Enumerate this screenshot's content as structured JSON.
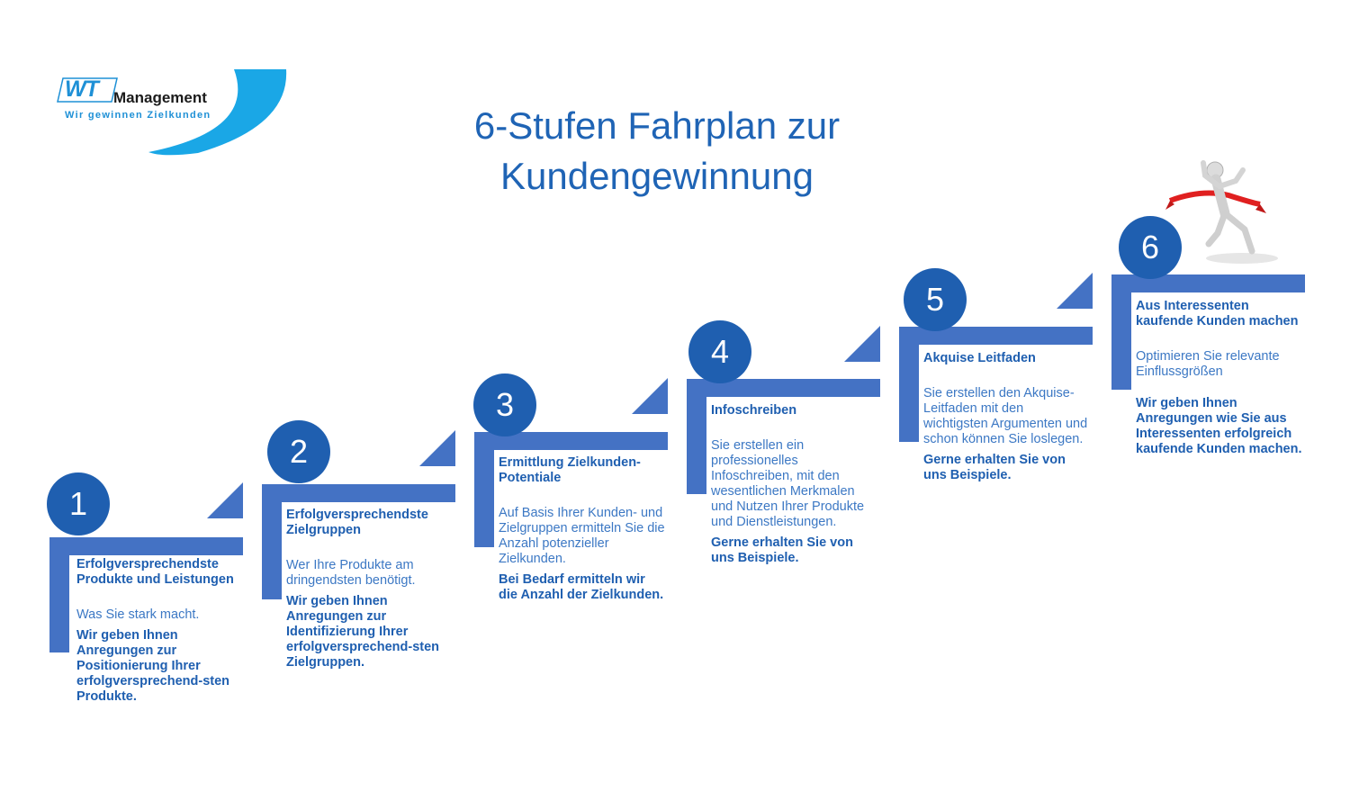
{
  "logo": {
    "mark": "WT",
    "word": "Management",
    "tagline": "Wir gewinnen Zielkunden"
  },
  "title": {
    "line1": "6-Stufen Fahrplan zur",
    "line2": "Kundengewinnung"
  },
  "colors": {
    "bar": "#4472c4",
    "circle": "#1f5fb0",
    "heading": "#1f5fb0",
    "title": "#1f64b5",
    "body": "#3c78c4"
  },
  "steps": [
    {
      "number": "1",
      "heading": "Erfolgversprechendste Produkte und Leistungen",
      "description": "Was Sie stark macht.",
      "bold": "Wir geben Ihnen Anregungen zur Positionierung Ihrer erfolgversprechend-sten Produkte."
    },
    {
      "number": "2",
      "heading": "Erfolgversprechendste Zielgruppen",
      "description": "Wer Ihre Produkte am dringendsten benötigt.",
      "bold": "Wir geben Ihnen Anregungen zur Identifizierung Ihrer erfolgversprechend-sten Zielgruppen."
    },
    {
      "number": "3",
      "heading": "Ermittlung Zielkunden-Potentiale",
      "description": "Auf Basis Ihrer Kunden- und Zielgruppen ermitteln Sie die Anzahl potenzieller Zielkunden.",
      "bold": "Bei Bedarf ermitteln wir die Anzahl der Zielkunden."
    },
    {
      "number": "4",
      "heading": "Infoschreiben",
      "description": "Sie erstellen ein professionelles Infoschreiben, mit den wesentlichen Merkmalen und Nutzen Ihrer Produkte und Dienstleistungen.",
      "bold": "Gerne erhalten Sie von uns Beispiele."
    },
    {
      "number": "5",
      "heading": "Akquise Leitfaden",
      "description": "Sie erstellen den Akquise-Leitfaden mit den wichtigsten Argumenten und schon können Sie loslegen.",
      "bold": "Gerne erhalten Sie von uns Beispiele."
    },
    {
      "number": "6",
      "heading": "Aus Interessenten kaufende Kunden machen",
      "description": "Optimieren Sie relevante Einflussgrößen",
      "bold": "Wir geben Ihnen Anregungen wie Sie aus Interessenten erfolgreich kaufende Kunden machen."
    }
  ]
}
